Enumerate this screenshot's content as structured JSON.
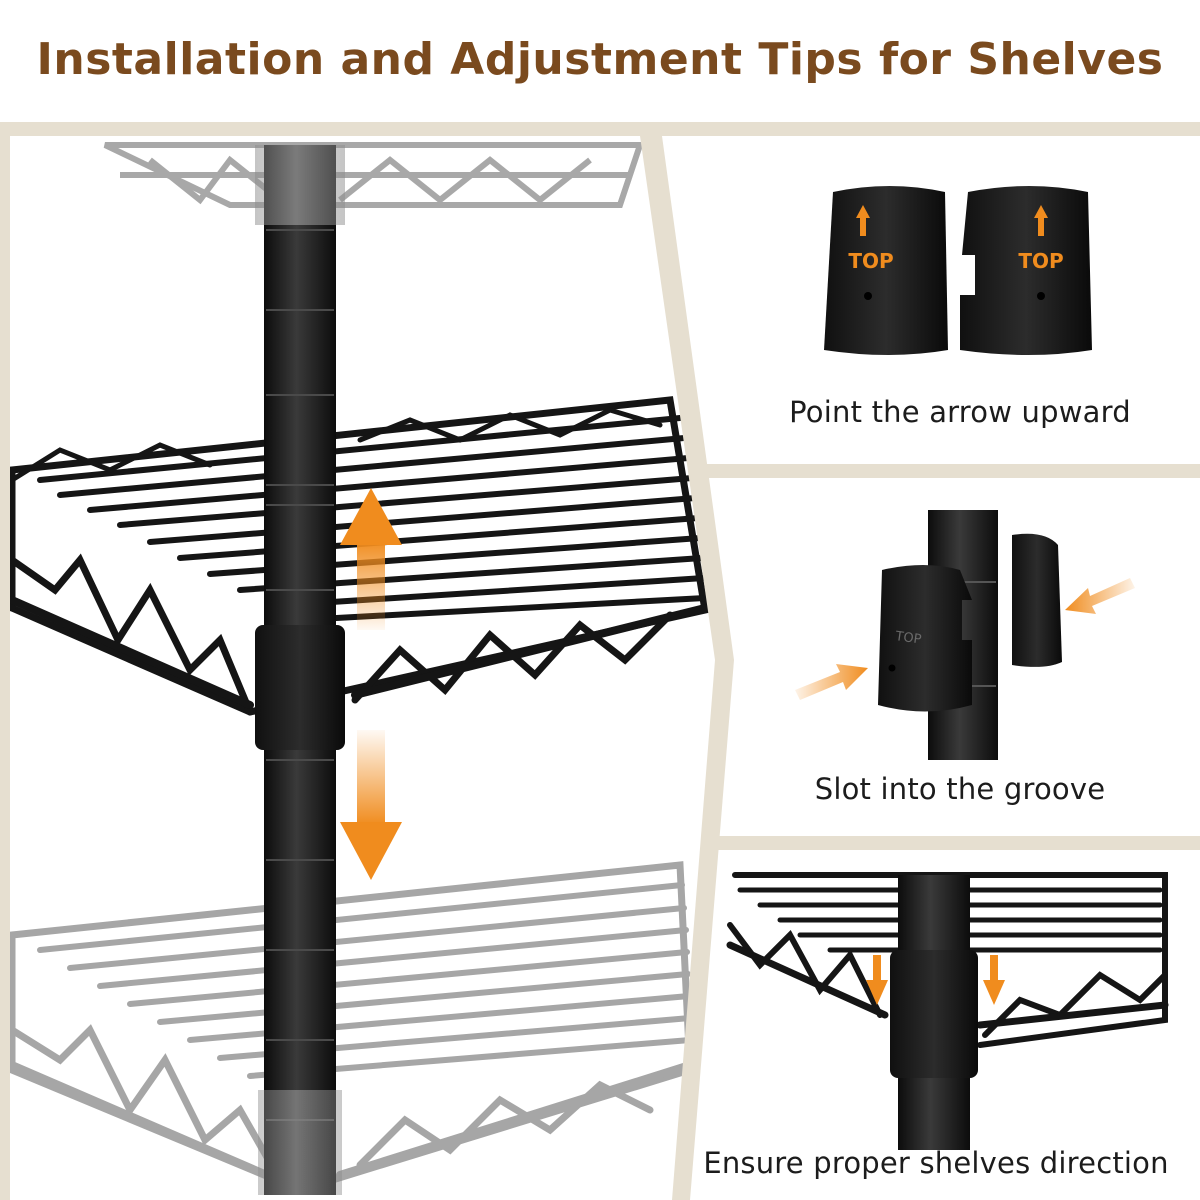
{
  "header": {
    "title": "Installation and Adjustment Tips for Shelves"
  },
  "panels": {
    "tip1": {
      "caption": "Point the arrow upward",
      "sleeve_label": "TOP"
    },
    "tip2": {
      "caption": "Slot into the groove",
      "sleeve_label": "TOP"
    },
    "tip3": {
      "caption": "Ensure proper shelves direction"
    }
  },
  "colors": {
    "title": "#7a4a1e",
    "frame": "#e6dfd0",
    "accent_arrow": "#f08c1e",
    "metal": "#1a1a1a",
    "ghost_metal": "#9a9a9a"
  },
  "icons": [
    "up-arrow-icon",
    "down-arrow-icon",
    "press-arrow-icon"
  ]
}
